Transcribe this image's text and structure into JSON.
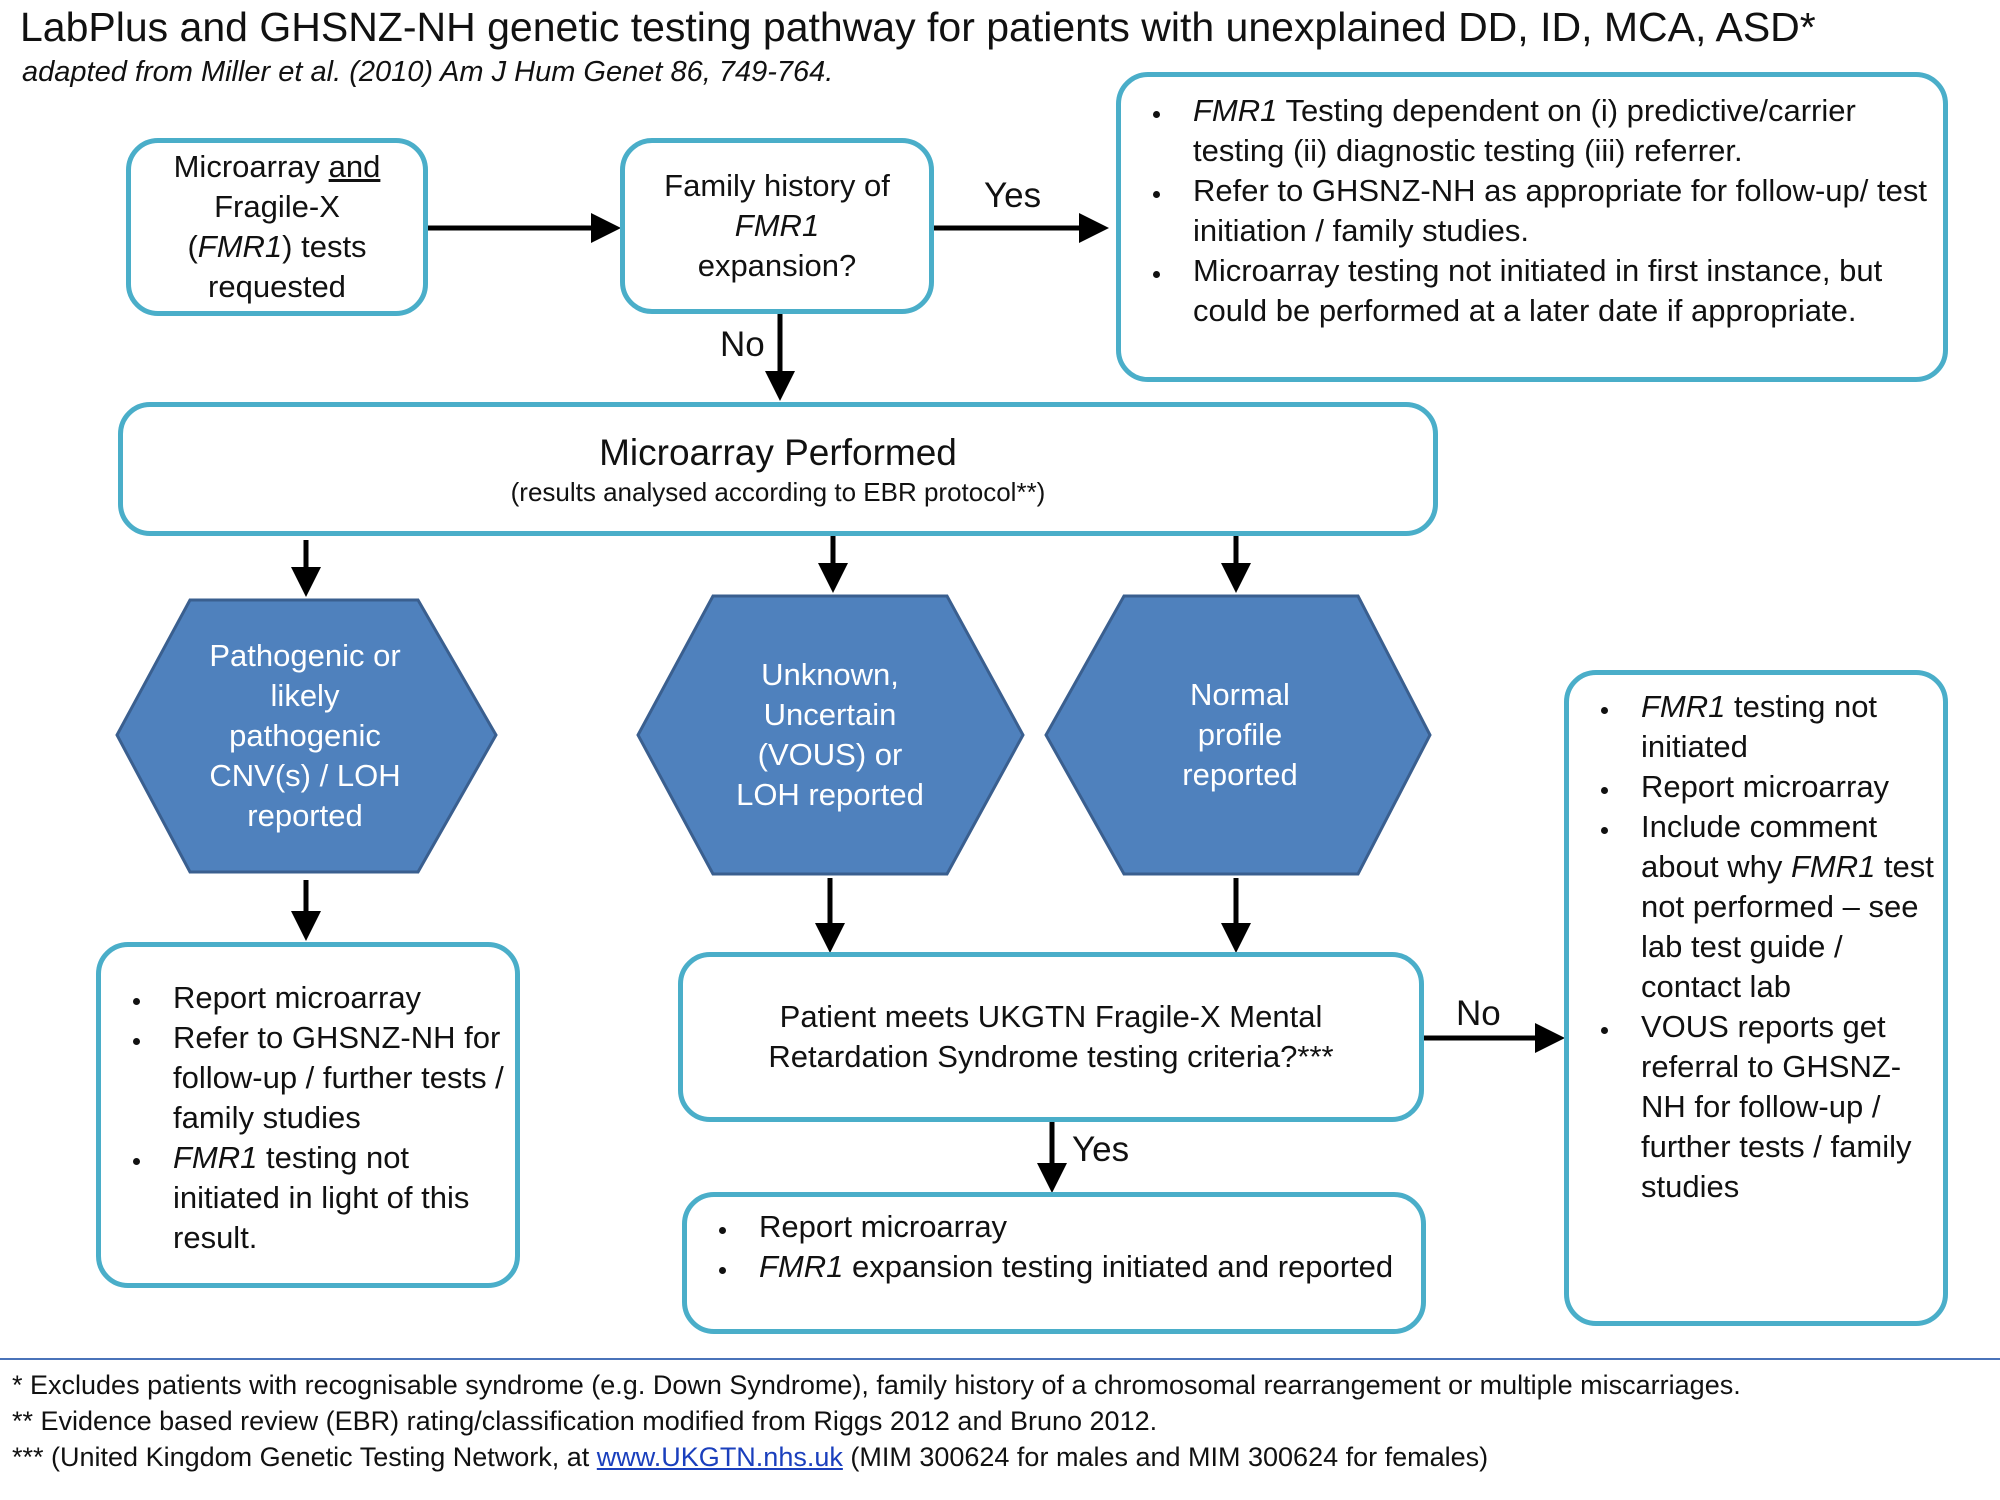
{
  "title": "LabPlus and GHSNZ-NH genetic testing pathway for patients with unexplained DD, ID, MCA, ASD*",
  "subtitle": "adapted from Miller et al. (2010) Am J Hum Genet 86, 749-764.",
  "colors": {
    "box_border": "#4aaec9",
    "hexagon_fill": "#4f81bd",
    "hexagon_border": "#3a5f8f",
    "arrow": "#000000",
    "rule": "#4a73b9",
    "link": "#1a3fbd"
  },
  "start": {
    "line1": "Microarray",
    "and": "and",
    "line2": "Fragile-X",
    "fmr1": "FMR1",
    "tests": ") tests",
    "line4": "requested"
  },
  "decision1": {
    "line1": "Family history of",
    "fmr1": "FMR1",
    "line3": "expansion?"
  },
  "yes_box": {
    "b1_italic": "FMR1",
    "b1_rest": " Testing dependent on (i) predictive/carrier testing (ii) diagnostic testing (iii) referrer.",
    "b2": "Refer to GHSNZ-NH as appropriate for follow-up/ test initiation / family studies.",
    "b3": "Microarray testing not initiated in first instance, but could be performed at a later date if appropriate."
  },
  "labels": {
    "yes1": "Yes",
    "no1": "No",
    "no2": "No",
    "yes2": "Yes"
  },
  "microarray": {
    "title": "Microarray Performed",
    "sub": "(results analysed according to EBR protocol**)"
  },
  "hexagons": {
    "pathogenic": "Pathogenic or likely pathogenic CNV(s) / LOH reported",
    "unknown": "Unknown, Uncertain (VOUS) or LOH reported",
    "normal": "Normal profile reported"
  },
  "pathogenic_box": {
    "b1": "Report microarray",
    "b2": "Refer to GHSNZ-NH for follow-up / further tests / family studies",
    "b3_italic": "FMR1",
    "b3_rest": " testing not initiated in light of this result."
  },
  "criteria": {
    "text": "Patient meets UKGTN Fragile-X Mental Retardation Syndrome testing criteria?***"
  },
  "yes_result": {
    "b1": "Report microarray",
    "b2_italic": "FMR1",
    "b2_rest": " expansion testing initiated and reported"
  },
  "no_result": {
    "b1_italic": "FMR1",
    "b1_rest": " testing not initiated",
    "b2": "Report microarray",
    "b3_pre": "Include comment about why ",
    "b3_italic": "FMR1",
    "b3_post": " test not performed – see lab test guide / contact lab",
    "b4": "VOUS reports get referral to GHSNZ-NH for follow-up / further tests / family studies"
  },
  "footnotes": {
    "f1": "* Excludes patients with recognisable syndrome (e.g. Down Syndrome), family history of a chromosomal rearrangement or multiple miscarriages.",
    "f2": "** Evidence based review (EBR) rating/classification modified from Riggs 2012 and Bruno 2012.",
    "f3_pre": "*** (United Kingdom Genetic Testing Network, at ",
    "f3_link": "www.UKGTN.nhs.uk",
    "f3_post": " (MIM 300624 for males and MIM 300624 for females)"
  }
}
